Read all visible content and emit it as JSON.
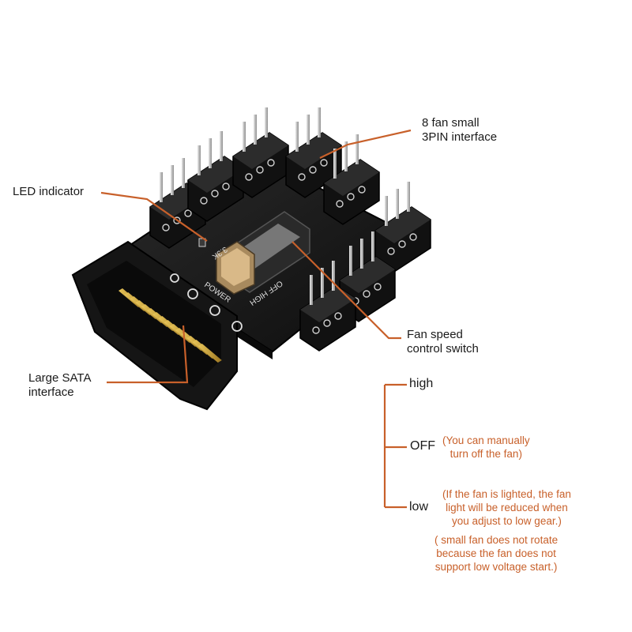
{
  "callouts": {
    "fan_interface": "8 fan small\n3PIN interface",
    "led": "LED indicator",
    "switch": "Fan speed\ncontrol switch",
    "sata": "Large SATA\ninterface"
  },
  "board_print": {
    "power": "POWER",
    "switch_text": "OFF HIGH",
    "voltage": "3.3K"
  },
  "options": {
    "high": "high",
    "off": "OFF",
    "off_note": "(You can manually\nturn off the fan)",
    "low": "low",
    "low_note": "(If the fan is lighted, the fan\nlight will be reduced when\nyou adjust to low gear.)",
    "low_note2": "( small fan does not rotate\nbecause the fan does not\nsupport low voltage start.)"
  },
  "colors": {
    "accent": "#c8602a",
    "board": "#1b1b1b",
    "pins": "#b8b8b8",
    "gold": "#c9a233"
  }
}
